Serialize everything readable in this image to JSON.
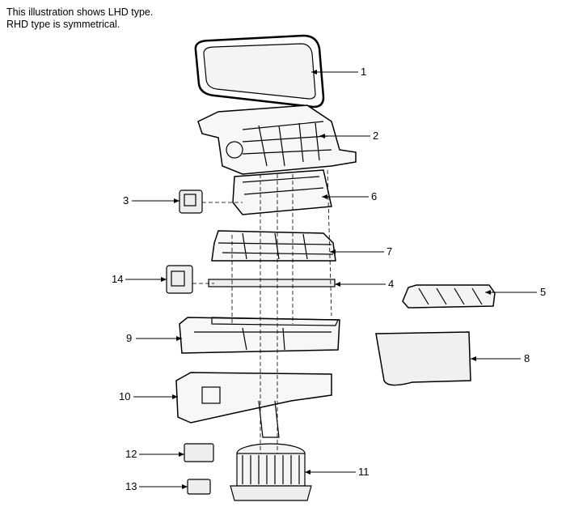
{
  "notes": [
    "This illustration shows LHD type.",
    "RHD type is symmetrical."
  ],
  "callouts": [
    "1",
    "2",
    "3",
    "4",
    "5",
    "6",
    "7",
    "8",
    "9",
    "10",
    "11",
    "12",
    "13",
    "14"
  ]
}
